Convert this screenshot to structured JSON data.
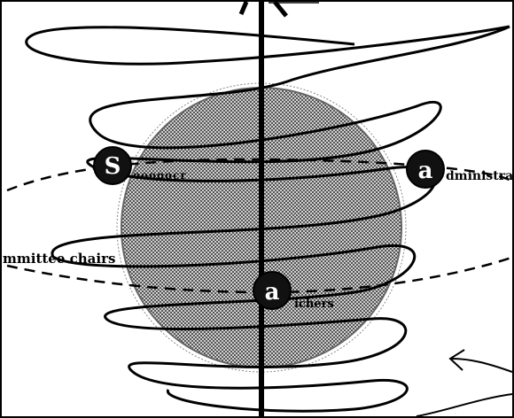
{
  "diagram": {
    "labels": {
      "committee": "mmittee chairs",
      "administration": "dministrati",
      "top_left_node": "o",
      "bottom_node": "ichers"
    },
    "node_glyphs": {
      "left": "S",
      "right": "a",
      "center": "a"
    },
    "colors": {
      "ink": "#000000",
      "sphere_fill": "#9a9a9a",
      "background": "#ffffff"
    }
  }
}
